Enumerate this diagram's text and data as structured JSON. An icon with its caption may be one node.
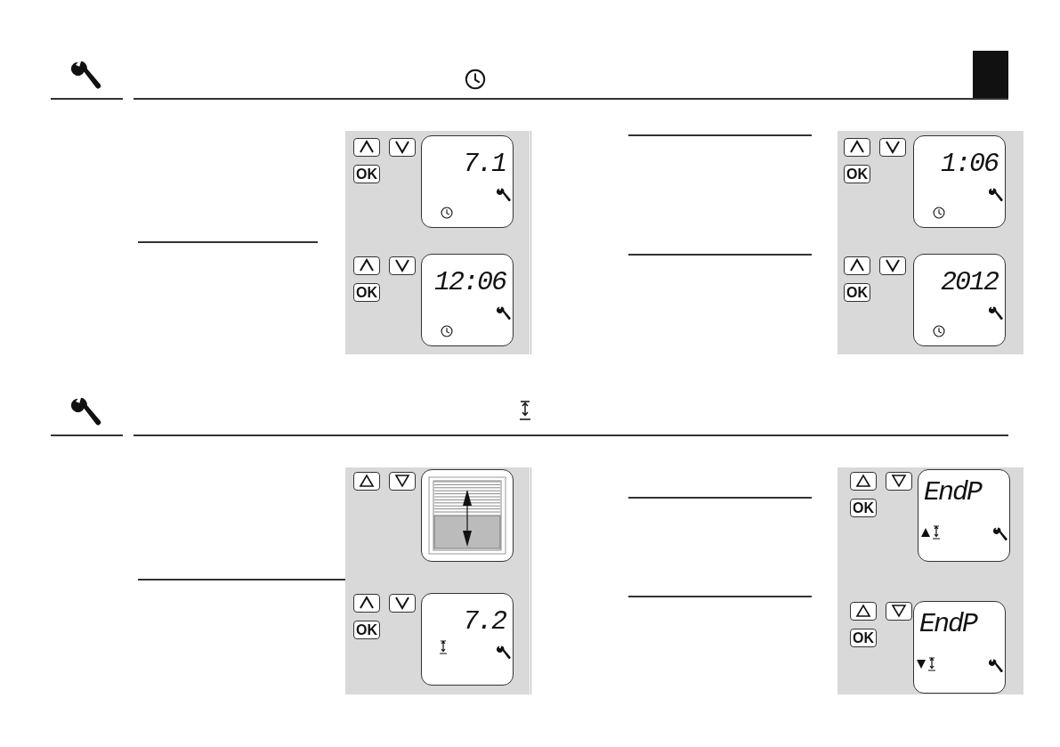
{
  "diagram": {
    "labels": [
      "OK",
      "7.1",
      "OK",
      "12:06",
      "OK",
      "1:06",
      "OK",
      "2012",
      "OK",
      "7.2",
      "OK",
      "EndP",
      "OK",
      "EndP"
    ]
  }
}
